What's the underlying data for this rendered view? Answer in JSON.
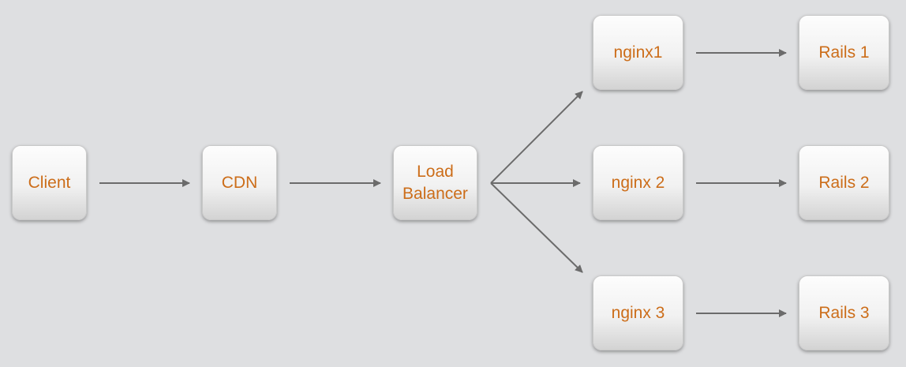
{
  "diagram": {
    "nodes": {
      "client": "Client",
      "cdn": "CDN",
      "load_balancer": "Load\nBalancer",
      "nginx1": "nginx1",
      "nginx2": "nginx 2",
      "nginx3": "nginx 3",
      "rails1": "Rails 1",
      "rails2": "Rails 2",
      "rails3": "Rails 3"
    },
    "edges": [
      {
        "from": "client",
        "to": "cdn"
      },
      {
        "from": "cdn",
        "to": "load_balancer"
      },
      {
        "from": "load_balancer",
        "to": "nginx1"
      },
      {
        "from": "load_balancer",
        "to": "nginx2"
      },
      {
        "from": "load_balancer",
        "to": "nginx3"
      },
      {
        "from": "nginx1",
        "to": "rails1"
      },
      {
        "from": "nginx2",
        "to": "rails2"
      },
      {
        "from": "nginx3",
        "to": "rails3"
      }
    ]
  },
  "colors": {
    "background": "#dedfe1",
    "label_text": "#cc6d19",
    "arrow": "#6b6b6b",
    "node_fill_top": "#fdfdfd",
    "node_fill_bottom": "#d3d3d3"
  }
}
